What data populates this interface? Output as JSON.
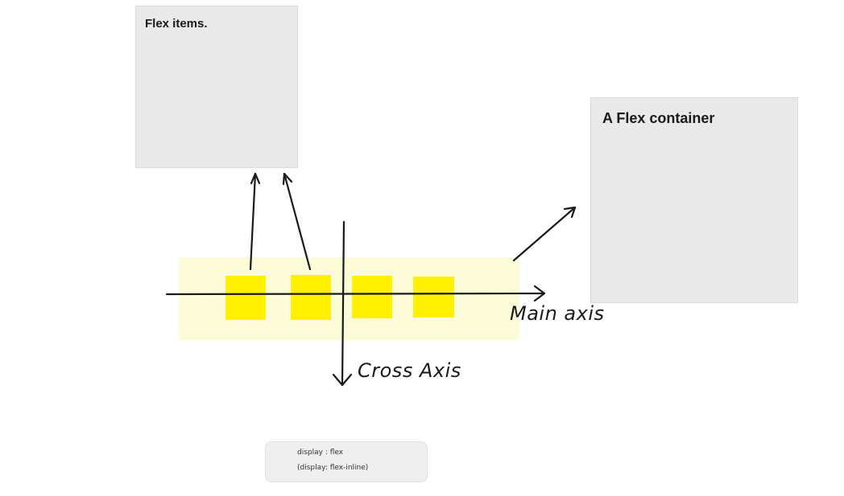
{
  "cards": {
    "flex_items_title": "Flex items.",
    "flex_container_title": "A Flex container"
  },
  "axes": {
    "main_axis_label": "Main axis",
    "cross_axis_label": "Cross Axis"
  },
  "code": {
    "line1": "display :    flex",
    "line2": "(display: flex-inline)"
  },
  "colors": {
    "flex_item": "#fff100",
    "flex_container_background": "#fdfcd8",
    "card_background": "#e9e9e9",
    "line": "#1a1a1a"
  },
  "flex_items_count": 4
}
